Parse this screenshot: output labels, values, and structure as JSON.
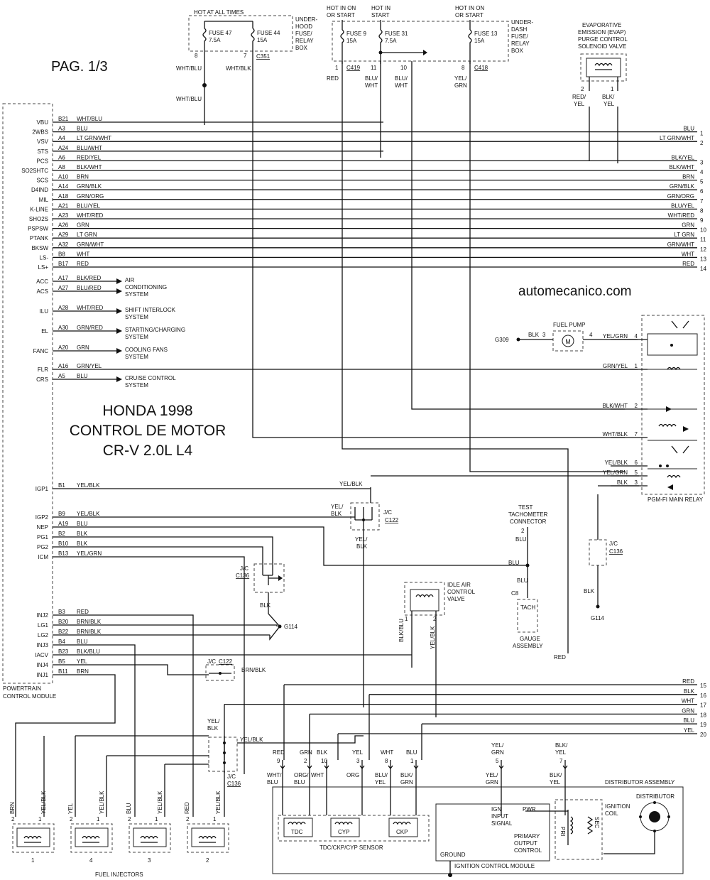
{
  "page_label": "PAG. 1/3",
  "title_lines": [
    "HONDA 1998",
    "CONTROL DE MOTOR",
    "CR-V 2.0L L4"
  ],
  "website": "automecanico.com",
  "pcm_label_lines": [
    "POWERTRAIN",
    "CONTROL MODULE"
  ],
  "underhood_box": {
    "header": "HOT AT ALL TIMES",
    "fuses": [
      {
        "name": "FUSE 47",
        "rating": "7.5A"
      },
      {
        "name": "FUSE 44",
        "rating": "15A"
      }
    ],
    "label_lines": [
      "UNDER-",
      "HOOD",
      "FUSE/",
      "RELAY",
      "BOX"
    ],
    "pins": [
      "8",
      "7"
    ],
    "connector": "C351",
    "wires": [
      "WHT/BLU",
      "WHT/BLK",
      "WHT/BLU"
    ]
  },
  "underdash_box": {
    "headers": [
      [
        "HOT IN ON",
        "OR START"
      ],
      [
        "HOT IN",
        "START"
      ],
      [
        "HOT IN ON",
        "OR START"
      ]
    ],
    "fuses": [
      {
        "name": "FUSE 9",
        "rating": "15A"
      },
      {
        "name": "FUSE 31",
        "rating": "7.5A"
      },
      {
        "name": "FUSE 13",
        "rating": "15A"
      }
    ],
    "label_lines": [
      "UNDER-",
      "DASH",
      "FUSE/",
      "RELAY",
      "BOX"
    ],
    "pins": [
      "1",
      "11",
      "10",
      "8"
    ],
    "connectors": [
      "C419",
      "C418"
    ],
    "wires": [
      [
        "RED"
      ],
      [
        "BLU/",
        "WHT"
      ],
      [
        "BLU/",
        "WHT"
      ],
      [
        "YEL/",
        "GRN"
      ]
    ]
  },
  "evap": {
    "label_lines": [
      "EVAPORATIVE",
      "EMISSION (EVAP)",
      "PURGE CONTROL",
      "SOLENOID VALVE"
    ],
    "pins": [
      "2",
      "1"
    ],
    "wires": [
      [
        "RED/",
        "YEL"
      ],
      [
        "BLK/",
        "YEL"
      ]
    ]
  },
  "pcm_rows": [
    {
      "name": "VBU",
      "pin": "B21",
      "wire": "WHT/BLU",
      "right": "",
      "num": ""
    },
    {
      "name": "2WBS",
      "pin": "A3",
      "wire": "BLU",
      "right": "BLU",
      "num": "1"
    },
    {
      "name": "VSV",
      "pin": "A4",
      "wire": "LT GRN/WHT",
      "right": "LT GRN/WHT",
      "num": "2"
    },
    {
      "name": "STS",
      "pin": "A24",
      "wire": "BLU/WHT",
      "right": "",
      "num": ""
    },
    {
      "name": "PCS",
      "pin": "A6",
      "wire": "RED/YEL",
      "right": "BLK/YEL",
      "num": "3"
    },
    {
      "name": "SO2SHTC",
      "pin": "A8",
      "wire": "BLK/WHT",
      "right": "BLK/WHT",
      "num": "4"
    },
    {
      "name": "SCS",
      "pin": "A10",
      "wire": "BRN",
      "right": "BRN",
      "num": "5"
    },
    {
      "name": "D4IND",
      "pin": "A14",
      "wire": "GRN/BLK",
      "right": "GRN/BLK",
      "num": "6"
    },
    {
      "name": "MIL",
      "pin": "A18",
      "wire": "GRN/ORG",
      "right": "GRN/ORG",
      "num": "7"
    },
    {
      "name": "K-LINE",
      "pin": "A21",
      "wire": "BLU/YEL",
      "right": "BLU/YEL",
      "num": "8"
    },
    {
      "name": "SHO2S",
      "pin": "A23",
      "wire": "WHT/RED",
      "right": "WHT/RED",
      "num": "9"
    },
    {
      "name": "PSPSW",
      "pin": "A26",
      "wire": "GRN",
      "right": "GRN",
      "num": "10"
    },
    {
      "name": "PTANK",
      "pin": "A29",
      "wire": "LT GRN",
      "right": "LT GRN",
      "num": "11"
    },
    {
      "name": "BKSW",
      "pin": "A32",
      "wire": "GRN/WHT",
      "right": "GRN/WHT",
      "num": "12"
    },
    {
      "name": "LS-",
      "pin": "B8",
      "wire": "WHT",
      "right": "WHT",
      "num": "13"
    },
    {
      "name": "LS+",
      "pin": "B17",
      "wire": "RED",
      "right": "RED",
      "num": "14"
    }
  ],
  "pcm_arrows": [
    {
      "name": "ACC",
      "pin": "A17",
      "wire": "BLK/RED",
      "target": [
        "AIR",
        "CONDITIONING",
        "SYSTEM"
      ]
    },
    {
      "name": "ACS",
      "pin": "A27",
      "wire": "BLU/RED",
      "target": []
    },
    {
      "name": "ILU",
      "pin": "A28",
      "wire": "WHT/RED",
      "target": [
        "SHIFT INTERLOCK",
        "SYSTEM"
      ]
    },
    {
      "name": "EL",
      "pin": "A30",
      "wire": "GRN/RED",
      "target": [
        "STARTING/CHARGING",
        "SYSTEM"
      ]
    },
    {
      "name": "FANC",
      "pin": "A20",
      "wire": "GRN",
      "target": [
        "COOLING FANS",
        "SYSTEM"
      ]
    },
    {
      "name": "FLR",
      "pin": "A16",
      "wire": "GRN/YEL",
      "target": []
    },
    {
      "name": "CRS",
      "pin": "A5",
      "wire": "BLU",
      "target": [
        "CRUISE CONTROL",
        "SYSTEM"
      ]
    }
  ],
  "pcm_lower": [
    {
      "name": "IGP1",
      "pin": "B1",
      "wire": "YEL/BLK"
    },
    {
      "name": "IGP2",
      "pin": "B9",
      "wire": "YEL/BLK"
    },
    {
      "name": "NEP",
      "pin": "A19",
      "wire": "BLU"
    },
    {
      "name": "PG1",
      "pin": "B2",
      "wire": "BLK"
    },
    {
      "name": "PG2",
      "pin": "B10",
      "wire": "BLK"
    },
    {
      "name": "ICM",
      "pin": "B13",
      "wire": "YEL/GRN"
    },
    {
      "name": "INJ2",
      "pin": "B3",
      "wire": "RED"
    },
    {
      "name": "LG1",
      "pin": "B20",
      "wire": "BRN/BLK"
    },
    {
      "name": "LG2",
      "pin": "B22",
      "wire": "BRN/BLK"
    },
    {
      "name": "INJ3",
      "pin": "B4",
      "wire": "BLU"
    },
    {
      "name": "IACV",
      "pin": "B23",
      "wire": "BLK/BLU"
    },
    {
      "name": "INJ4",
      "pin": "B5",
      "wire": "YEL"
    },
    {
      "name": "INJ1",
      "pin": "B11",
      "wire": "BRN"
    }
  ],
  "fuel_pump": {
    "label": "FUEL PUMP",
    "pins": [
      "3",
      "4"
    ],
    "ground": "G309",
    "ground_wire": "BLK",
    "motor": "M",
    "wire_out": "YEL/GRN"
  },
  "relay": {
    "label": "PGM-FI MAIN RELAY",
    "pins": [
      {
        "num": "4",
        "wire": "YEL/GRN"
      },
      {
        "num": "1",
        "wire": "GRN/YEL"
      },
      {
        "num": "2",
        "wire": "BLK/WHT"
      },
      {
        "num": "7",
        "wire": "WHT/BLK"
      },
      {
        "num": "6",
        "wire": "YEL/BLK"
      },
      {
        "num": "5",
        "wire": "YEL/GRN"
      },
      {
        "num": "3",
        "wire": "BLK"
      }
    ]
  },
  "jc_labels": {
    "jc": "J/C",
    "c122": "C122",
    "c136": "C136"
  },
  "jc_wires": {
    "yelblk": "YEL/BLK",
    "yelblk2": [
      "YEL/",
      "BLK"
    ],
    "yelblk3": [
      "YEL/",
      "BLK"
    ],
    "blk": "BLK",
    "brnblk": "BRN/BLK",
    "blu": "BLU",
    "yelblk4": [
      "YEL/",
      "BLK"
    ],
    "yelblk5": "YEL/BLK"
  },
  "ground_g114": "G114",
  "test_tach": {
    "label_lines": [
      "TEST",
      "TACHOMETER",
      "CONNECTOR"
    ],
    "pin": "2",
    "wire": "BLU"
  },
  "gauge": {
    "connector": "C8",
    "tach": "TACH",
    "label_lines": [
      "GAUGE",
      "ASSEMBLY"
    ],
    "wire": "BLU"
  },
  "iac": {
    "label_lines": [
      "IDLE AIR",
      "CONTROL",
      "VALVE"
    ],
    "pins": [
      "1",
      "2"
    ],
    "wires": [
      "BLK/BLU",
      "YEL/BLK"
    ]
  },
  "right_bus": [
    {
      "wire": "RED",
      "num": "15"
    },
    {
      "wire": "BLK",
      "num": "16"
    },
    {
      "wire": "WHT",
      "num": "17"
    },
    {
      "wire": "GRN",
      "num": "18"
    },
    {
      "wire": "BLU",
      "num": "19"
    },
    {
      "wire": "YEL",
      "num": "20"
    }
  ],
  "red_vertical": "RED",
  "distributor": {
    "label": "DISTRIBUTOR ASSEMBLY",
    "distributor": "DISTRIBUTOR",
    "coil_lines": [
      "IGNITION",
      "COIL"
    ],
    "pri": "PRI",
    "sec": "SEC",
    "pins_top": [
      {
        "wire": "RED",
        "num": "9",
        "below": [
          "WHT/",
          "BLU"
        ]
      },
      {
        "wire": "GRN",
        "num": "2",
        "below": [
          "ORG/",
          "BLU"
        ]
      },
      {
        "wire": "BLK",
        "num": "10",
        "below": [
          "WHT"
        ]
      },
      {
        "wire": "YEL",
        "num": "3",
        "below": [
          "ORG"
        ]
      },
      {
        "wire": "WHT",
        "num": "8",
        "below": [
          "BLU/",
          "YEL"
        ]
      },
      {
        "wire": "BLU",
        "num": "1",
        "below": [
          "BLK/",
          "GRN"
        ]
      },
      {
        "wire": "YEL/GRN",
        "num": "5",
        "below": [
          "YEL/",
          "GRN"
        ]
      },
      {
        "wire": "BLK/YEL",
        "num": "7",
        "below": [
          "BLK/",
          "YEL"
        ]
      }
    ],
    "sensors": [
      "TDC",
      "CYP",
      "CKP"
    ],
    "sensor_label": "TDC/CKP/CYP SENSOR",
    "icm_label": "IGNITION CONTROL MODULE",
    "ign_input": [
      "IGN",
      "INPUT",
      "SIGNAL"
    ],
    "pwr": "PWR",
    "primary": [
      "PRIMARY",
      "OUTPUT",
      "CONTROL"
    ],
    "ground": "GROUND"
  },
  "injectors": {
    "label": "FUEL INJECTORS",
    "items": [
      {
        "num": "1",
        "pins": [
          "2",
          "1"
        ],
        "wires": [
          "BRN",
          "YEL/BLK"
        ]
      },
      {
        "num": "4",
        "pins": [
          "2",
          "1"
        ],
        "wires": [
          "YEL",
          "YEL/BLK"
        ]
      },
      {
        "num": "3",
        "pins": [
          "2",
          "1"
        ],
        "wires": [
          "BLU",
          "YEL/BLK"
        ]
      },
      {
        "num": "2",
        "pins": [
          "2",
          "1"
        ],
        "wires": [
          "RED",
          "YEL/BLK"
        ]
      }
    ]
  }
}
